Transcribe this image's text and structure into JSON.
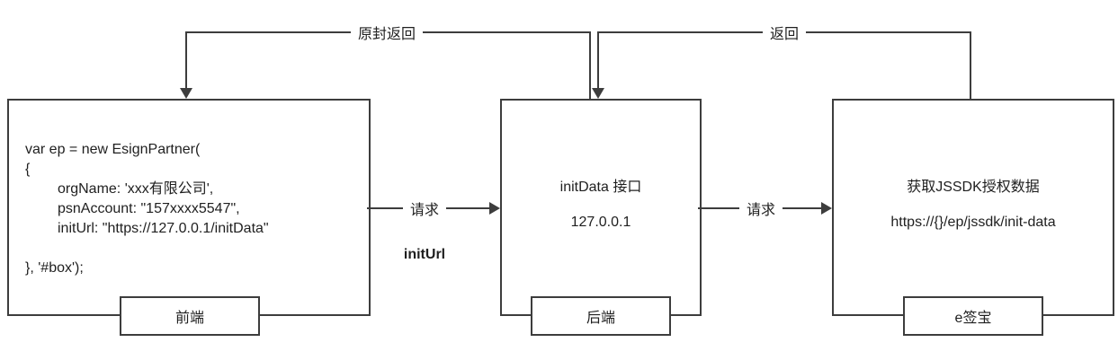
{
  "frontend": {
    "code": [
      "var ep = new EsignPartner(",
      "{",
      "orgName: 'xxx有限公司',",
      "psnAccount: \"157xxxx5547\",",
      "initUrl: \"https://127.0.0.1/initData\"",
      "",
      "}, '#box');"
    ],
    "label": "前端"
  },
  "backend": {
    "title": "initData 接口",
    "host": "127.0.0.1",
    "label": "后端"
  },
  "esign": {
    "title": "获取JSSDK授权数据",
    "url": "https://{}/ep/jssdk/init-data",
    "label": "e签宝"
  },
  "arrows": {
    "frontend_to_backend": "请求",
    "frontend_to_backend_sub": "initUrl",
    "backend_to_esign": "请求",
    "backend_to_frontend": "原封返回",
    "esign_to_backend": "返回"
  }
}
